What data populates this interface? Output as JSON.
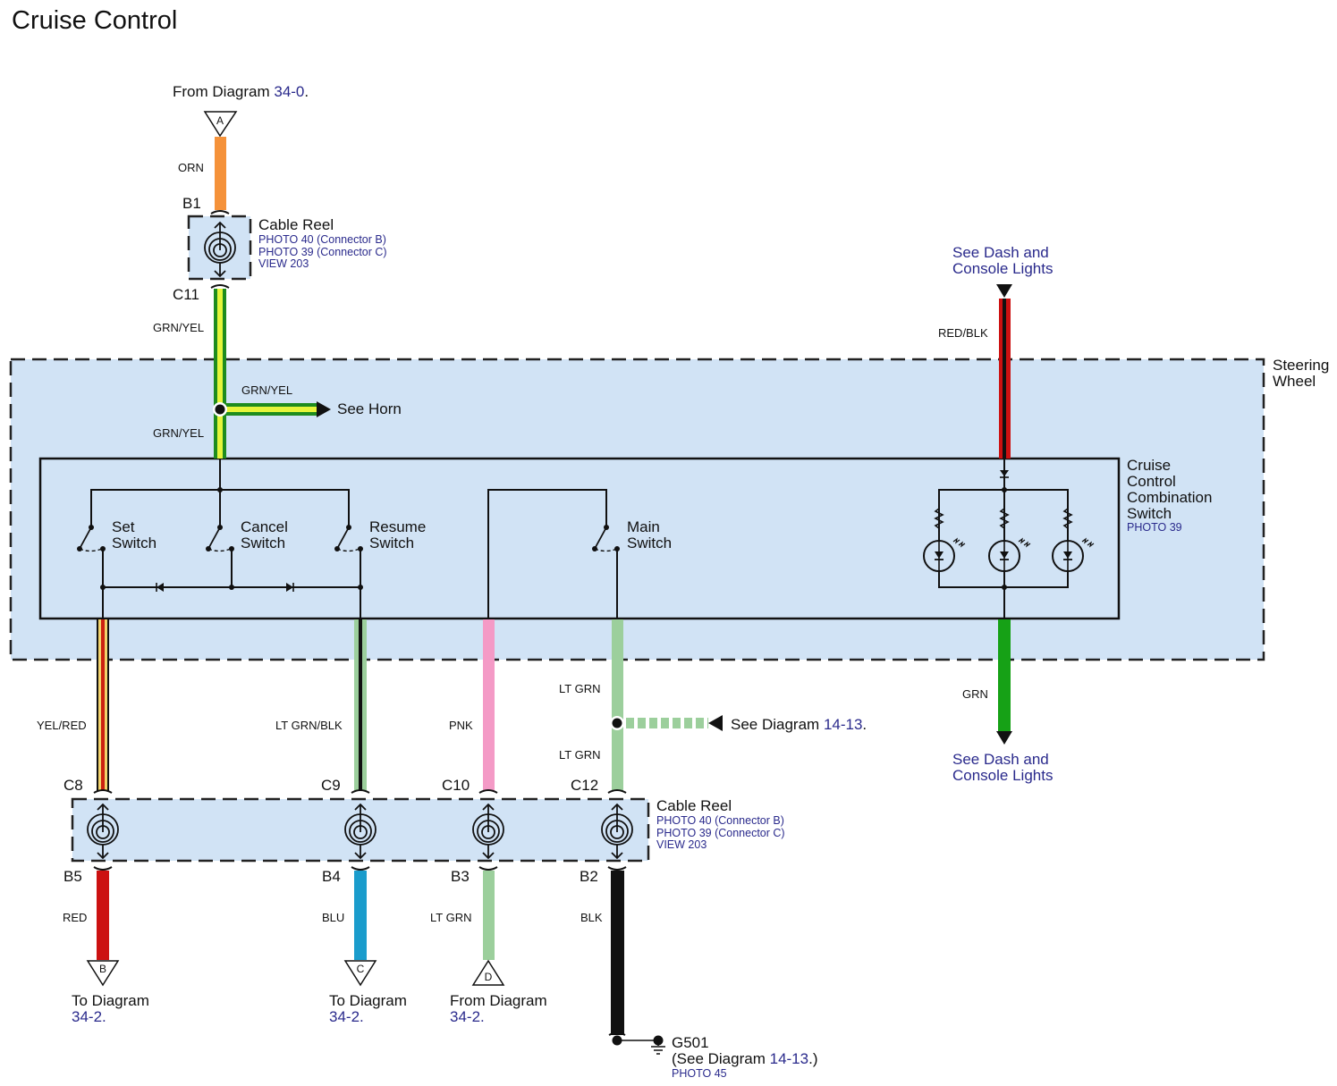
{
  "title": "Cruise Control",
  "colors": {
    "orange": "#f5923a",
    "green": "#1e8c1e",
    "yellow": "#e6f53a",
    "red": "#cc1111",
    "black": "#111111",
    "lt_green": "#9ccf9c",
    "pink": "#f49ac6",
    "blue": "#1a9ccc",
    "bright_green": "#16a116",
    "panel_fill": "#d1e3f5",
    "link_blue": "#2a2a8c"
  },
  "top_source": {
    "prefix": "From Diagram ",
    "ref": "34-0",
    "suffix": ".",
    "marker": "A"
  },
  "wires": {
    "orn": "ORN",
    "grn_yel_top": "GRN/YEL",
    "grn_yel_horn": "GRN/YEL",
    "grn_yel_bottom": "GRN/YEL",
    "red_blk": "RED/BLK",
    "yel_red": "YEL/RED",
    "lt_grn_blk": "LT GRN/BLK",
    "pnk": "PNK",
    "lt_grn_upper": "LT GRN",
    "lt_grn_lower": "LT GRN",
    "grn": "GRN",
    "red": "RED",
    "blu": "BLU",
    "lt_grn_b3": "LT GRN",
    "blk": "BLK"
  },
  "connectors": {
    "b1": "B1",
    "c11": "C11",
    "c8": "C8",
    "c9": "C9",
    "c10": "C10",
    "c12": "C12",
    "b5": "B5",
    "b4": "B4",
    "b3": "B3",
    "b2": "B2"
  },
  "cable_reel_top": {
    "name": "Cable Reel",
    "photo1": "PHOTO 40 (Connector B)",
    "photo2": "PHOTO 39 (Connector C)",
    "view": "VIEW 203"
  },
  "cable_reel_bottom": {
    "name": "Cable Reel",
    "photo1": "PHOTO 40 (Connector B)",
    "photo2": "PHOTO 39 (Connector C)",
    "view": "VIEW 203"
  },
  "see_horn": "See Horn",
  "dash_lights_top": {
    "line1": "See Dash and",
    "line2": "Console Lights"
  },
  "dash_lights_bottom": {
    "line1": "See Dash and",
    "line2": "Console Lights"
  },
  "steering_wheel": {
    "line1": "Steering",
    "line2": "Wheel"
  },
  "combination_switch": {
    "line1": "Cruise",
    "line2": "Control",
    "line3": "Combination",
    "line4": "Switch",
    "photo": "PHOTO 39"
  },
  "switches": {
    "set": {
      "line1": "Set",
      "line2": "Switch"
    },
    "cancel": {
      "line1": "Cancel",
      "line2": "Switch"
    },
    "resume": {
      "line1": "Resume",
      "line2": "Switch"
    },
    "main": {
      "line1": "Main",
      "line2": "Switch"
    }
  },
  "see_diagram_mid": {
    "prefix": "See Diagram ",
    "ref": "14-13",
    "suffix": "."
  },
  "outputs": {
    "b": {
      "marker": "B",
      "line1": "To Diagram",
      "ref": "34-2."
    },
    "c": {
      "marker": "C",
      "line1": "To Diagram",
      "ref": "34-2."
    },
    "d": {
      "marker": "D",
      "line1": "From Diagram",
      "ref": "34-2."
    }
  },
  "ground": {
    "name": "G501",
    "prefix": "(See Diagram ",
    "ref": "14-13",
    "suffix": ".)",
    "photo": "PHOTO 45"
  }
}
